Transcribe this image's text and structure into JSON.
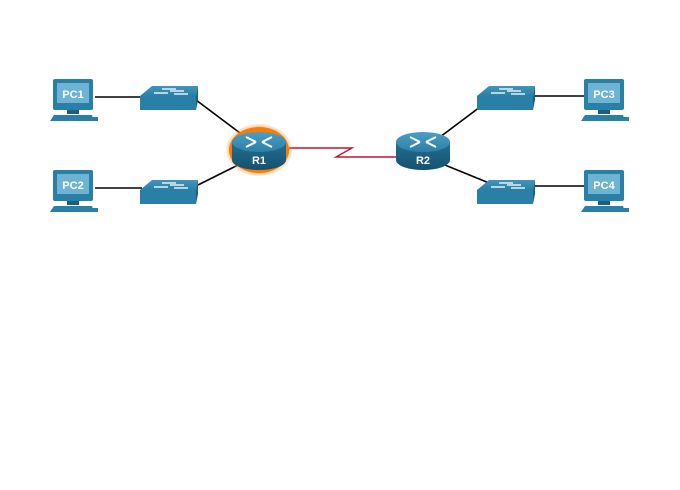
{
  "diagram": {
    "type": "network-topology",
    "colors": {
      "device": "#2a7fa6",
      "device_dark": "#1b5f80",
      "device_light": "#4aa0c6",
      "screen": "#6cb3d4",
      "highlight": "#ff7a00",
      "serial_link": "#c8102e",
      "ethernet_link": "#000000"
    },
    "devices": [
      {
        "id": "pc1",
        "type": "pc",
        "label": "PC1"
      },
      {
        "id": "pc2",
        "type": "pc",
        "label": "PC2"
      },
      {
        "id": "s1",
        "type": "switch",
        "label": ""
      },
      {
        "id": "s2",
        "type": "switch",
        "label": ""
      },
      {
        "id": "r1",
        "type": "router",
        "label": "R1",
        "highlighted": true
      },
      {
        "id": "r2",
        "type": "router",
        "label": "R2",
        "highlighted": false
      },
      {
        "id": "s3",
        "type": "switch",
        "label": ""
      },
      {
        "id": "s4",
        "type": "switch",
        "label": ""
      },
      {
        "id": "pc3",
        "type": "pc",
        "label": "PC3"
      },
      {
        "id": "pc4",
        "type": "pc",
        "label": "PC4"
      }
    ],
    "links": [
      {
        "from": "pc1",
        "to": "s1",
        "kind": "ethernet"
      },
      {
        "from": "pc2",
        "to": "s2",
        "kind": "ethernet"
      },
      {
        "from": "s1",
        "to": "r1",
        "kind": "ethernet"
      },
      {
        "from": "s2",
        "to": "r1",
        "kind": "ethernet"
      },
      {
        "from": "r1",
        "to": "r2",
        "kind": "serial"
      },
      {
        "from": "r2",
        "to": "s3",
        "kind": "ethernet"
      },
      {
        "from": "r2",
        "to": "s4",
        "kind": "ethernet"
      },
      {
        "from": "s3",
        "to": "pc3",
        "kind": "ethernet"
      },
      {
        "from": "s4",
        "to": "pc4",
        "kind": "ethernet"
      }
    ]
  }
}
